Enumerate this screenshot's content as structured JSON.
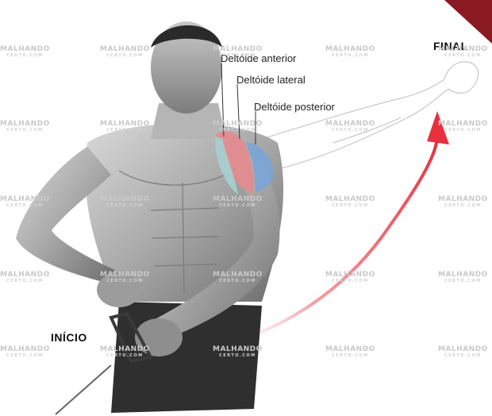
{
  "labels": {
    "start": "INÍCIO",
    "final": "FINAL",
    "deltoid_anterior": "Deltóide anterior",
    "deltoid_lateral": "Deltóide lateral",
    "deltoid_posterior": "Deltóide posterior"
  },
  "watermark": {
    "brand": "MALHANDO",
    "sub": "CERTO.COM"
  },
  "colors": {
    "arrow": "#e8303f",
    "deltoid_anterior": "#e58a8f",
    "deltoid_lateral": "#a7cfcf",
    "deltoid_posterior": "#7aa4d6",
    "corner_ribbon": "#8a1a22"
  }
}
